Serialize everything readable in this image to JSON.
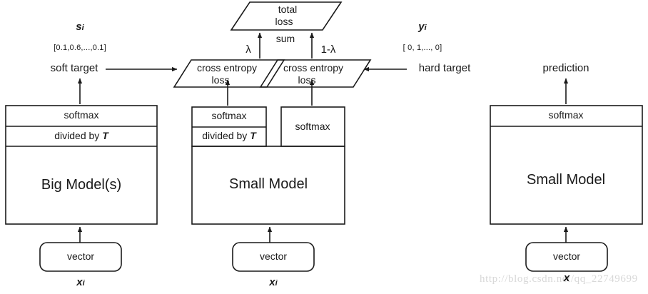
{
  "diagram": {
    "title": "Knowledge Distillation Architecture",
    "stroke_color": "#1a1a1a",
    "fill_color": "#ffffff",
    "watermark": "http://blog.csdn.net/qq_22749699"
  },
  "teacher": {
    "symbol_base": "s",
    "symbol_sub": "i",
    "vector_value": "[0.1,0.6,...,0.1]",
    "target_label": "soft target",
    "softmax_label": "softmax",
    "temperature_label_pre": "divided by ",
    "temperature_label_var": "T",
    "model_label": "Big Model(s)",
    "input_label": "vector",
    "input_symbol_base": "x",
    "input_symbol_sub": "i"
  },
  "student": {
    "softmax_t_label": "softmax",
    "temperature_label_pre": "divided by ",
    "temperature_label_var": "T",
    "softmax_plain_label": "softmax",
    "model_label": "Small Model",
    "input_label": "vector",
    "input_symbol_base": "x",
    "input_symbol_sub": "i"
  },
  "ground_truth": {
    "symbol_base": "y",
    "symbol_sub": "i",
    "vector_value": "[ 0, 1,..., 0]",
    "target_label": "hard target"
  },
  "losses": {
    "total_loss_line1": "total",
    "total_loss_line2": "loss",
    "sum_label": "sum",
    "weight_soft": "λ",
    "weight_hard": "1-λ",
    "soft_loss_line1": "cross entropy",
    "soft_loss_line2": "loss",
    "hard_loss_line1": "cross entropy",
    "hard_loss_line2": "loss"
  },
  "inference": {
    "prediction_label": "prediction",
    "softmax_label": "softmax",
    "model_label": "Small Model",
    "input_label": "vector",
    "input_symbol_base": "x"
  }
}
